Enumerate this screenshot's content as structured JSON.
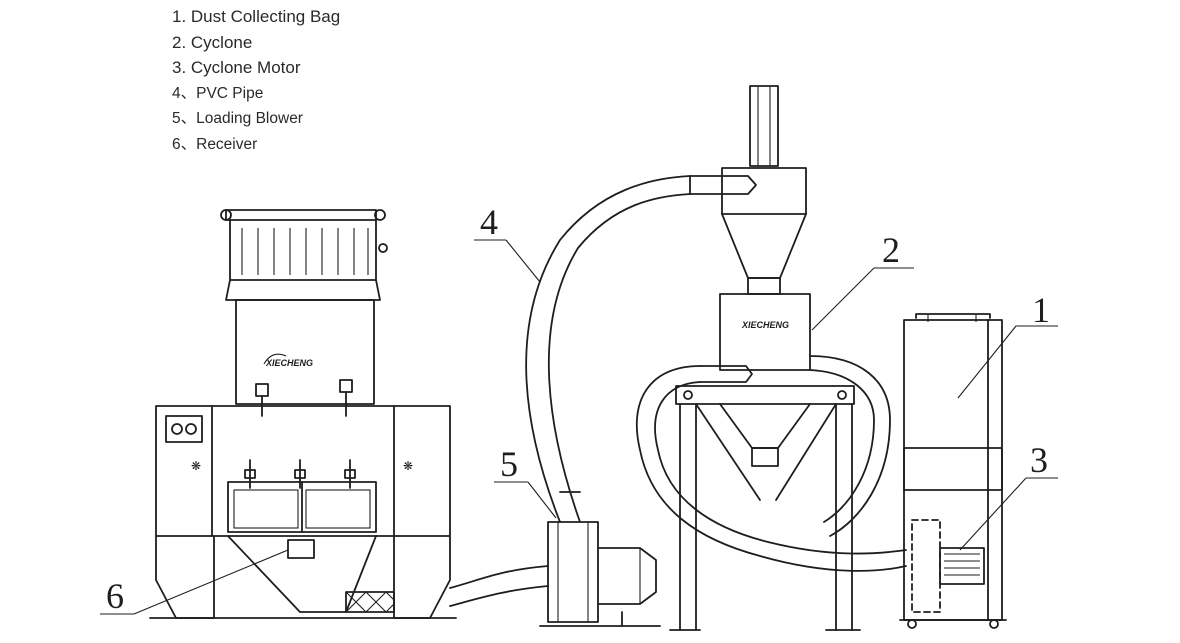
{
  "legend": [
    "1. Dust Collecting Bag",
    "2. Cyclone",
    "3. Cyclone Motor",
    "4、PVC Pipe",
    "5、Loading Blower",
    "6、Receiver"
  ],
  "callouts": {
    "one": "1",
    "two": "2",
    "three": "3",
    "four": "4",
    "five": "5",
    "six": "6"
  },
  "brand": {
    "receiver_logo": "XIECHENG",
    "cyclone_logo": "XIECHENG"
  }
}
